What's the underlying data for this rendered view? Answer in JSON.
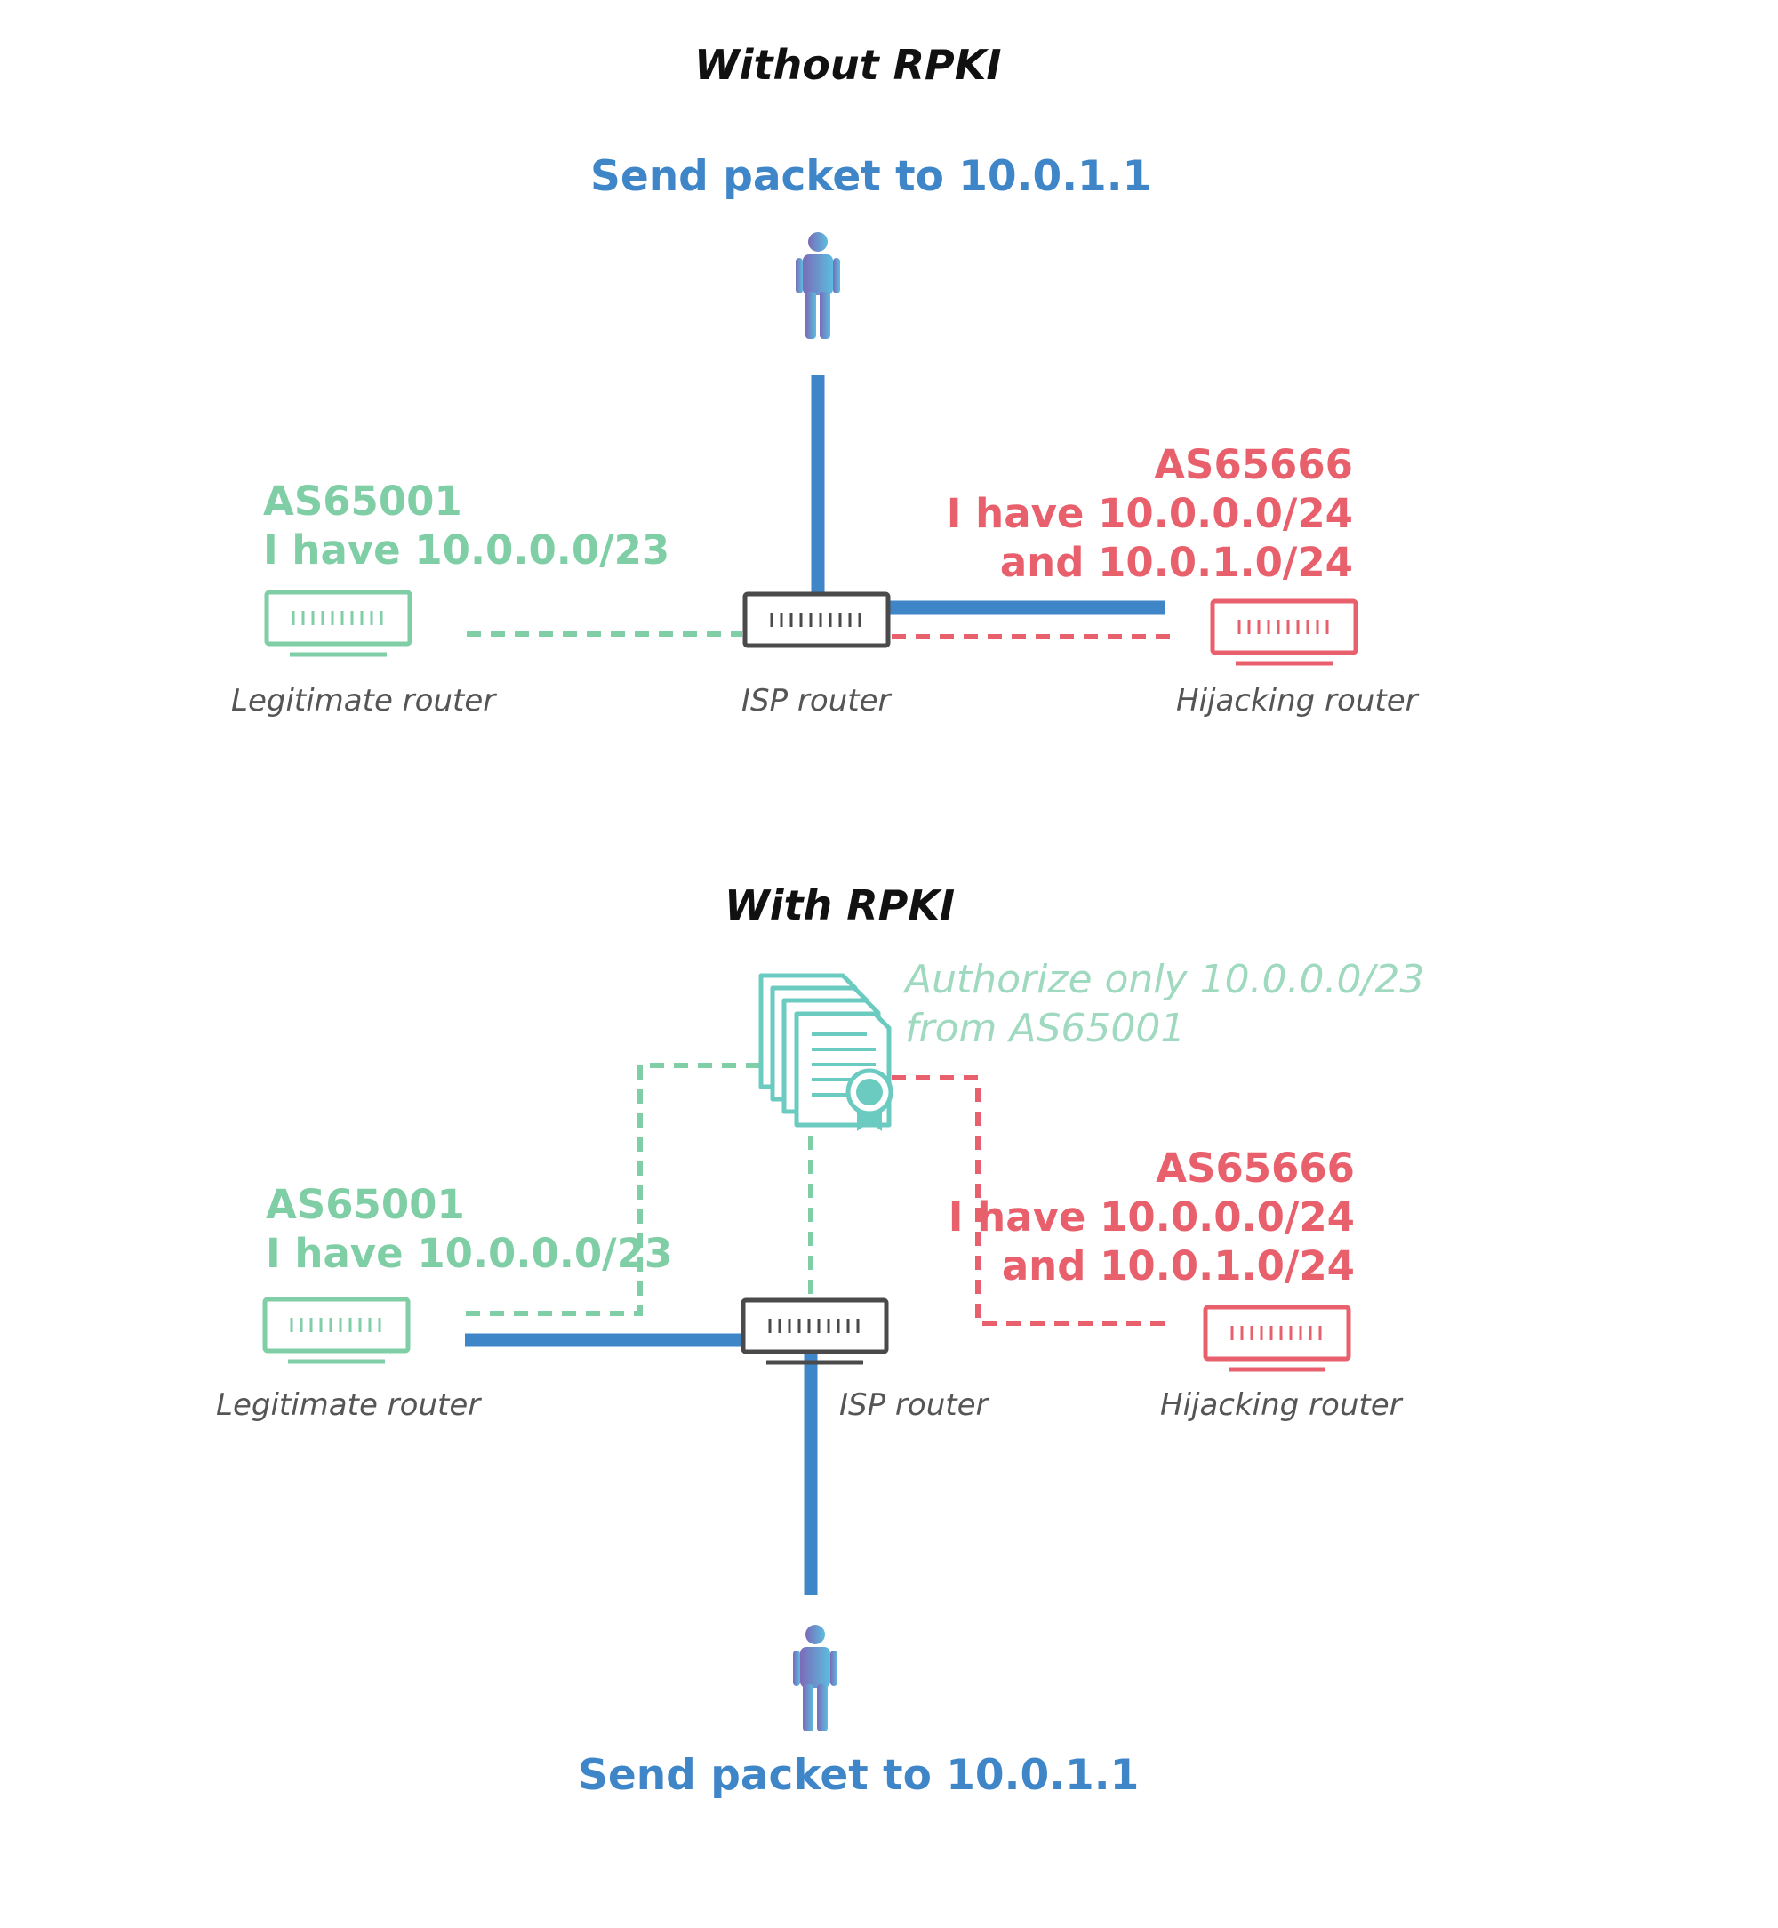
{
  "colors": {
    "blue": "#3f86c8",
    "green": "#7fcea6",
    "red": "#e8606c",
    "dark": "#4a4a4a",
    "caption": "#555555",
    "teal": "#6ccbc0"
  },
  "icons": [
    "person-icon",
    "router-icon",
    "certificate-stack-icon",
    "award-ribbon-icon"
  ],
  "without": {
    "heading": "Without RPKI",
    "send_label": "Send packet to 10.0.1.1",
    "legit": {
      "asn": "AS65001",
      "prefix": "I have 10.0.0.0/23",
      "caption": "Legitimate router"
    },
    "isp": {
      "caption": "ISP router"
    },
    "hijack": {
      "asn": "AS65666",
      "prefix1": "I have 10.0.0.0/24",
      "prefix2": "and 10.0.1.0/24",
      "caption": "Hijacking router"
    }
  },
  "with": {
    "heading": "With RPKI",
    "roa_line1": "Authorize only 10.0.0.0/23",
    "roa_line2": "from AS65001",
    "send_label": "Send packet to 10.0.1.1",
    "legit": {
      "asn": "AS65001",
      "prefix": "I have 10.0.0.0/23",
      "caption": "Legitimate router"
    },
    "isp": {
      "caption": "ISP router"
    },
    "hijack": {
      "asn": "AS65666",
      "prefix1": "I have 10.0.0.0/24",
      "prefix2": "and 10.0.1.0/24",
      "caption": "Hijacking router"
    }
  }
}
